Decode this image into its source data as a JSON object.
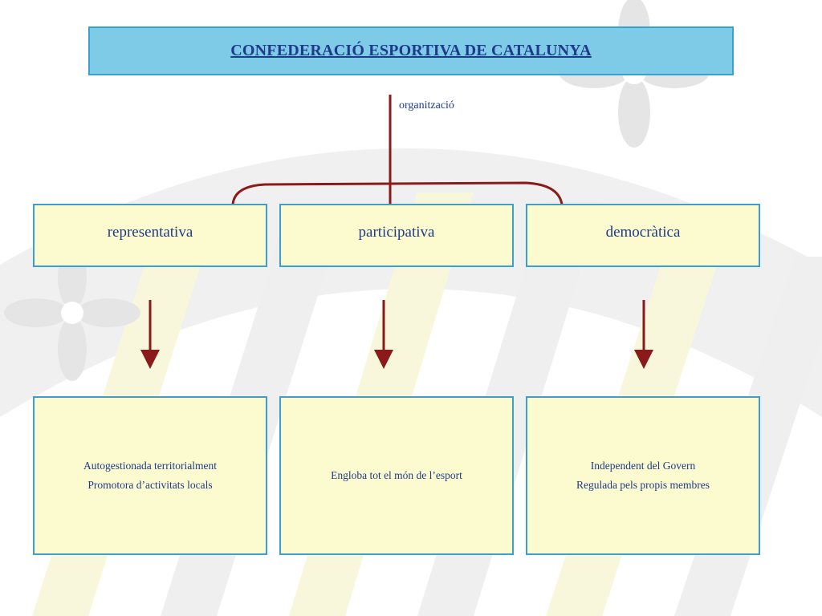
{
  "title": "CONFEDERACIÓ ESPORTIVA DE CATALUNYA",
  "connector_label": "organització",
  "categories": [
    {
      "label": "representativa",
      "lines": [
        "Autogestionada territorialment",
        "Promotora d’activitats locals"
      ]
    },
    {
      "label": "participativa",
      "lines": [
        "Engloba tot el món de l’esport"
      ]
    },
    {
      "label": "democràtica",
      "lines": [
        "Independent del Govern",
        "Regulada pels propis membres"
      ]
    }
  ],
  "colors": {
    "title_fill": "#7ecbe8",
    "box_fill": "#fbfbcf",
    "box_border": "#3aa0cf",
    "text": "#1f3a8a",
    "connector": "#8b1a1a",
    "watermark": "#d9d9d9"
  }
}
